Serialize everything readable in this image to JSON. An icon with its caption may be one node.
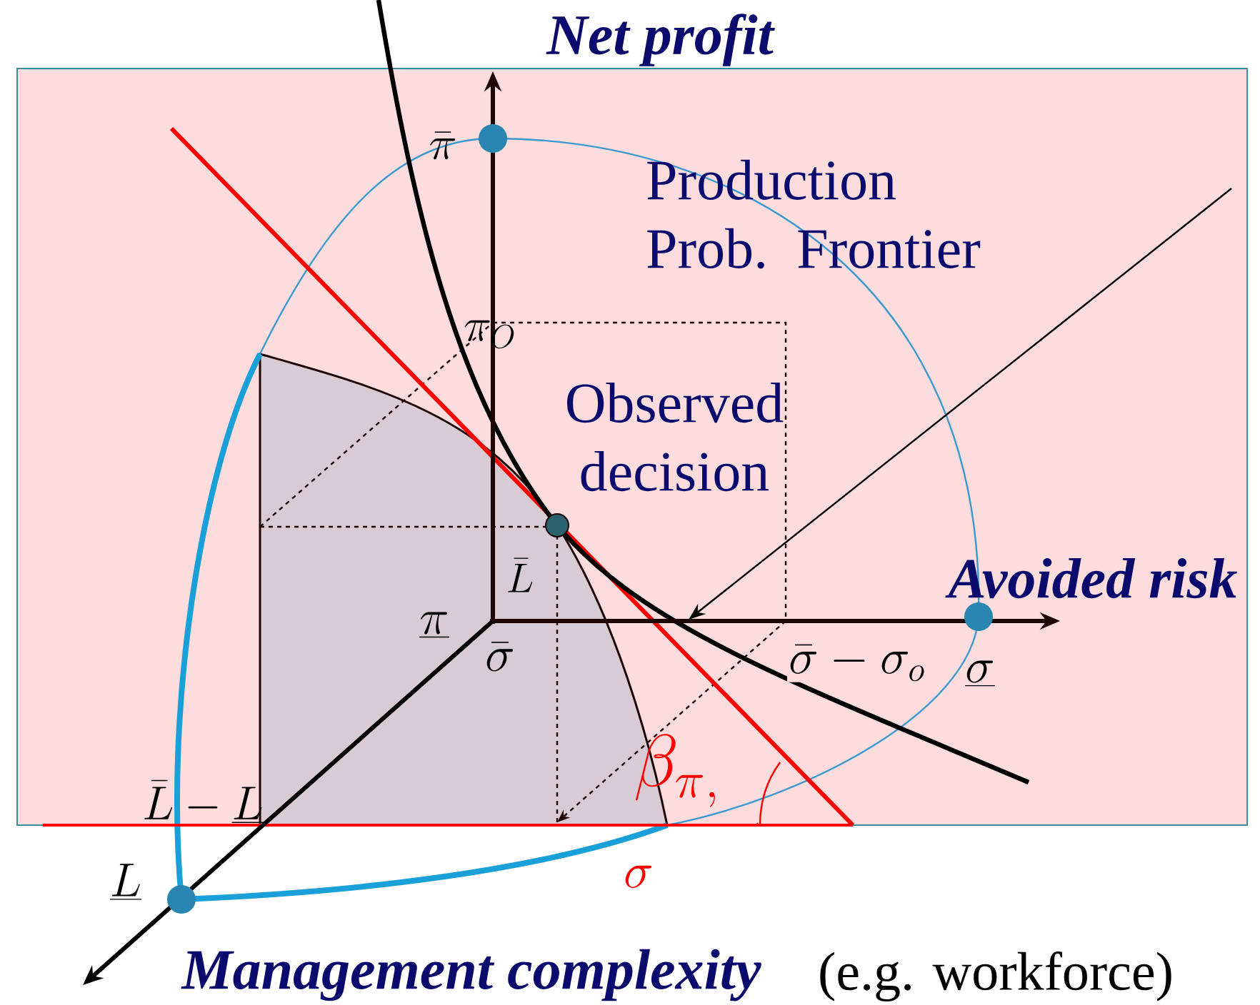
{
  "diagram": {
    "labels": [
      "Net profit",
      "\\bar{\\pi}",
      "Production Prob. Frontier",
      "\\pi_{O}",
      "Observed decision",
      "Avoided risk",
      "\\bar{L}",
      "\\underline{\\pi}",
      "\\bar{\\sigma}",
      "\\bar{\\sigma}-\\sigma_{o}",
      "\\underline{\\sigma}",
      "\\beta_{\\pi,}",
      "\\bar{L}-\\underline{L}",
      "\\underline{L}",
      "\\sigma",
      "Management complexity",
      "(e.g. workforce)"
    ]
  }
}
